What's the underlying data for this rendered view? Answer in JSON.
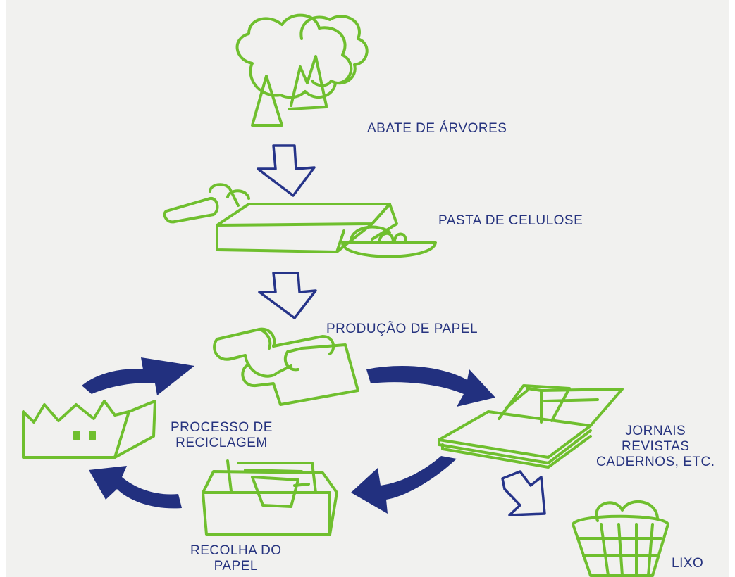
{
  "labels": {
    "abate": "ABATE DE ÁRVORES",
    "pasta": "PASTA DE CELULOSE",
    "producao": "PRODUÇÃO DE PAPEL",
    "processo": [
      "PROCESSO DE",
      "RECICLAGEM"
    ],
    "jornais": [
      "JORNAIS",
      "REVISTAS",
      "CADERNOS, ETC."
    ],
    "recolha": [
      "RECOLHA DO",
      "PAPEL"
    ],
    "lixo": "LIXO"
  },
  "colors": {
    "text": "#27347f",
    "arrow": "#22307f",
    "illustration": "#6fbf2e",
    "background": "#f1f1ef"
  },
  "icons": [
    "trees-icon",
    "pulp-machine-icon",
    "paper-rolls-icon",
    "open-books-icon",
    "trash-basket-icon",
    "paper-collection-box-icon",
    "recycling-container-icon"
  ]
}
